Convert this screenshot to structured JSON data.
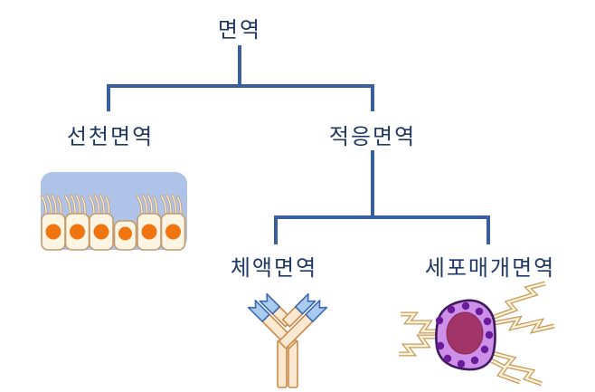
{
  "tree": {
    "root": {
      "label": "면역"
    },
    "level1": [
      {
        "label": "선천면역",
        "icon": "epithelial-barrier-icon"
      },
      {
        "label": "적응면역"
      }
    ],
    "level2": [
      {
        "label": "체액면역",
        "icon": "antibody-icon"
      },
      {
        "label": "세포매개면역",
        "icon": "immune-cell-icon"
      }
    ]
  },
  "icons": {
    "innate": "epithelial-barrier-icon",
    "humoral": "antibody-icon",
    "cell_mediated": "immune-cell-icon"
  },
  "colors": {
    "connector": "#3A5F9F",
    "label_text": "#1F3864",
    "innate_background": "#AEC3E7",
    "epithelial_cell_fill": "#FDF5E3",
    "epithelial_cell_outline": "#C49A6C",
    "epithelial_nucleus": "#F0750F",
    "antibody_body": "#FAE8D0",
    "antibody_outline": "#C98B4B",
    "antibody_tip": "#A9CBF0",
    "antibody_tip_outline": "#3C68B0",
    "immune_cell_cytoplasm": "#CD8FE8",
    "immune_cell_outline": "#3D1A5E",
    "immune_cell_nucleus": "#A13568",
    "granule": "#6A1B9A",
    "receptor_fill": "#FDF3DC",
    "receptor_outline": "#C89B58"
  }
}
